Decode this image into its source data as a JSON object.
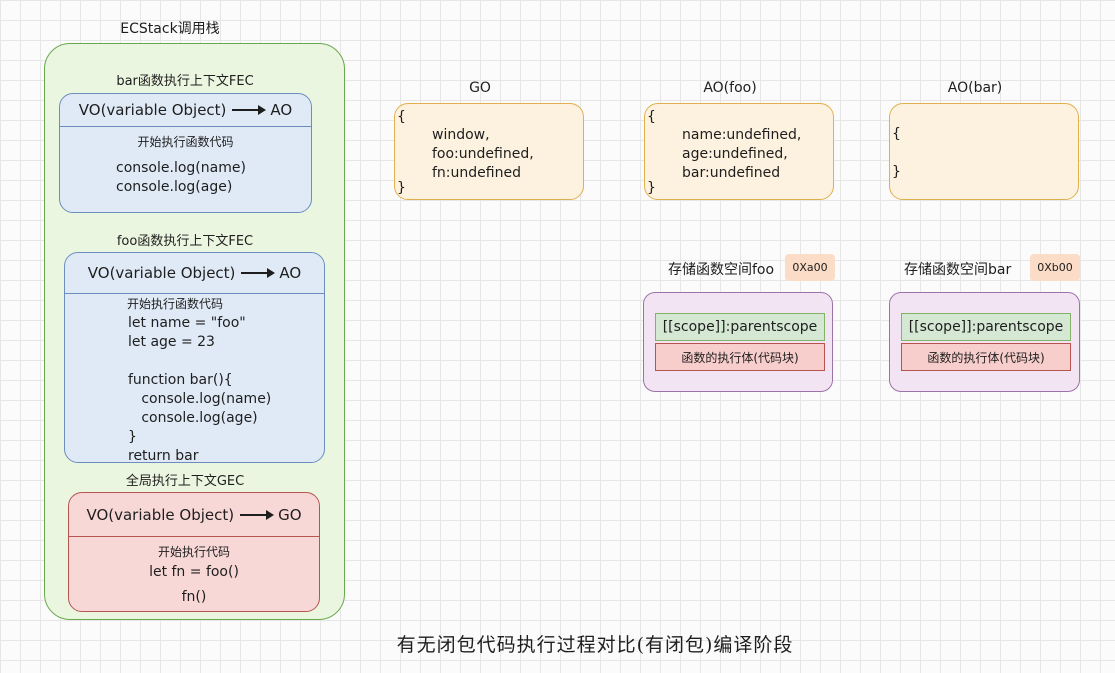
{
  "stack": {
    "title": "ECStack调用栈",
    "bar_fec": {
      "title": "bar函数执行上下文FEC",
      "vo": "VO(variable Object)",
      "target": "AO",
      "subtitle": "开始执行函数代码",
      "code": "console.log(name)\nconsole.log(age)"
    },
    "foo_fec": {
      "title": "foo函数执行上下文FEC",
      "vo": "VO(variable Object)",
      "target": "AO",
      "subtitle": "开始执行函数代码",
      "code": "let name = \"foo\"\nlet age = 23\n\nfunction bar(){\n   console.log(name)\n   console.log(age)\n}\nreturn bar"
    },
    "gec": {
      "title": "全局执行上下文GEC",
      "vo": "VO(variable Object)",
      "target": "GO",
      "subtitle": "开始执行代码",
      "code_line1": "let fn = foo()",
      "code_line2": "fn()"
    }
  },
  "objects": {
    "go": {
      "title": "GO",
      "open": "{",
      "close": "}",
      "body": "window,\nfoo:undefined,\nfn:undefined"
    },
    "ao_foo": {
      "title": "AO(foo)",
      "open": "{",
      "close": "}",
      "body": "name:undefined,\nage:undefined,\nbar:undefined"
    },
    "ao_bar": {
      "title": "AO(bar)",
      "open": "{",
      "close": "}"
    }
  },
  "memory": {
    "foo": {
      "label": "存储函数空间foo",
      "address": "0Xa00",
      "scope": "[[scope]]:parentscope",
      "body": "函数的执行体(代码块)"
    },
    "bar": {
      "label": "存储函数空间bar",
      "address": "0Xb00",
      "scope": "[[scope]]:parentscope",
      "body": "函数的执行体(代码块)"
    }
  },
  "caption": "有无闭包代码执行过程对比(有闭包)编译阶段",
  "colors": {
    "stack_fill": "#ebf6e1",
    "stack_border": "#6aa84f",
    "fec_fill": "#dfeaf6",
    "fec_border": "#6c8ebf",
    "gec_fill": "#f8d8d6",
    "gec_border": "#b85450",
    "object_fill": "#fdf1df",
    "object_border": "#e0b04f",
    "fnobj_fill": "#f3e4f4",
    "fnobj_border": "#9c73a8",
    "scope_fill": "#d5e8d4",
    "body_fill": "#f8cecc",
    "address_fill": "#fbdcc6"
  }
}
